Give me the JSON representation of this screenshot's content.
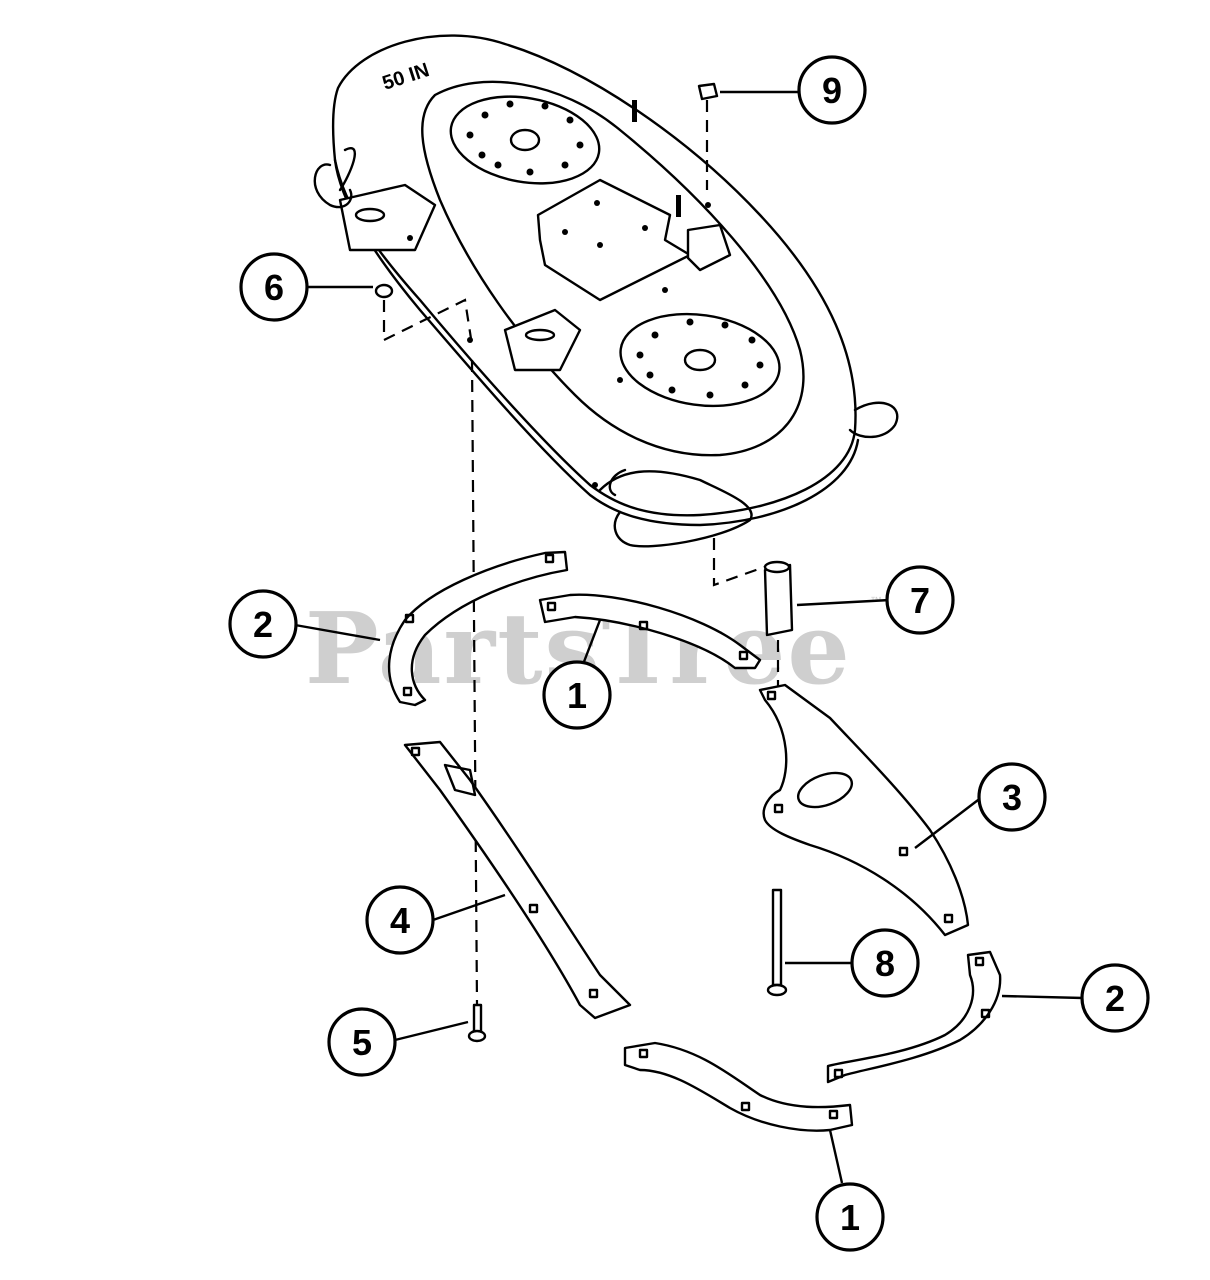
{
  "watermark": {
    "text": "PartsTree",
    "trademark": "™"
  },
  "deck_marking": "50 IN",
  "callouts": [
    {
      "id": "c9",
      "number": "9"
    },
    {
      "id": "c6",
      "number": "6"
    },
    {
      "id": "c7",
      "number": "7"
    },
    {
      "id": "c2a",
      "number": "2"
    },
    {
      "id": "c1a",
      "number": "1"
    },
    {
      "id": "c3",
      "number": "3"
    },
    {
      "id": "c4",
      "number": "4"
    },
    {
      "id": "c8",
      "number": "8"
    },
    {
      "id": "c2b",
      "number": "2"
    },
    {
      "id": "c5",
      "number": "5"
    },
    {
      "id": "c1b",
      "number": "1"
    }
  ]
}
